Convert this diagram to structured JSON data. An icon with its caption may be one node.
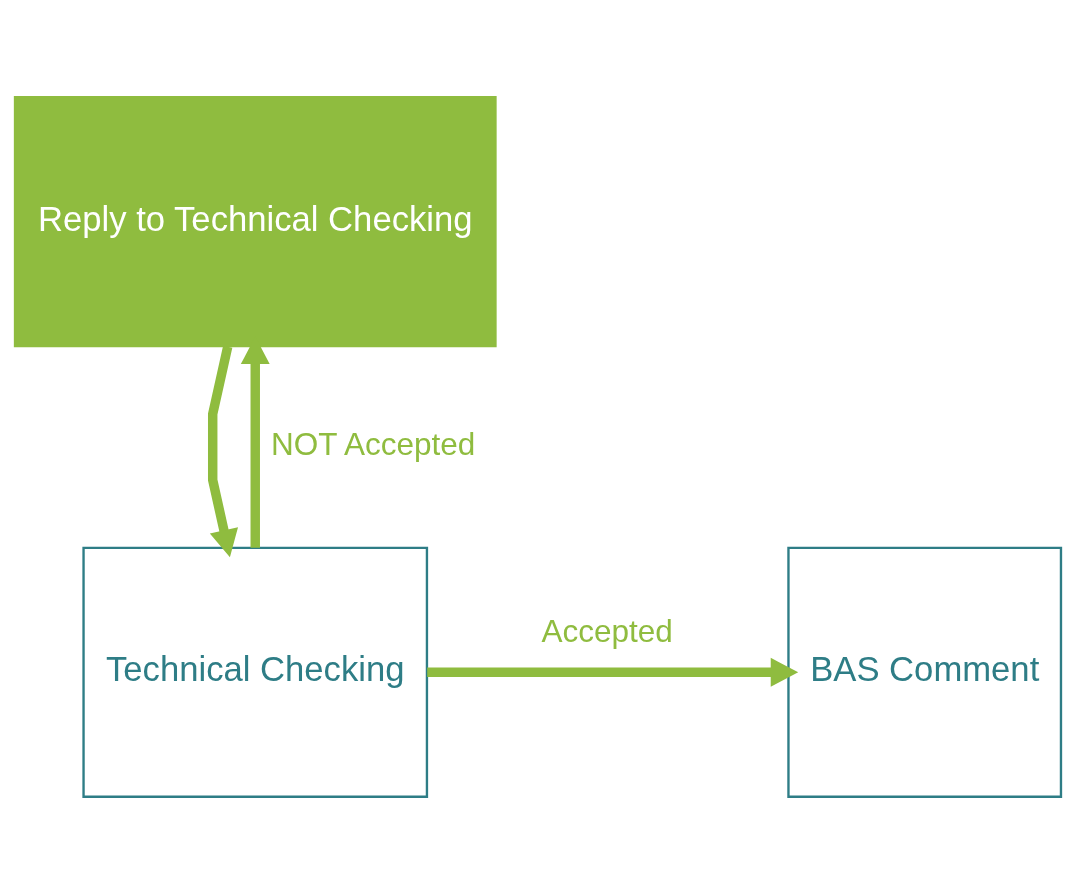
{
  "diagram": {
    "nodes": [
      {
        "text": [
          "Reply to Technical Checking"
        ]
      },
      {
        "text": [
          "Technical Checking"
        ]
      },
      {
        "text": [
          "BAS Comment"
        ]
      }
    ],
    "edges": [
      {
        "from": 0,
        "to": 1,
        "arrow": "to"
      },
      {
        "from": 1,
        "to": 0,
        "arrow": "to",
        "label": "NOT Accepted"
      },
      {
        "from": 1,
        "to": 2,
        "arrow": "to",
        "label": "Accepted"
      }
    ]
  }
}
